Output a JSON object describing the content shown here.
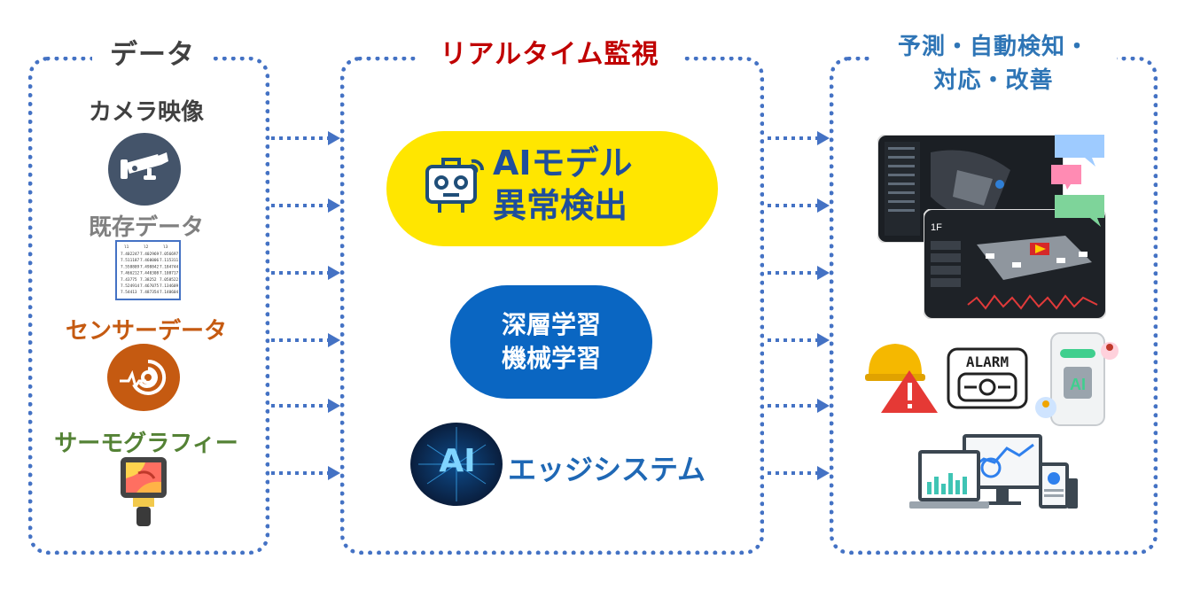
{
  "panels": {
    "left": {
      "title": "データ"
    },
    "middle": {
      "title": "リアルタイム監視"
    },
    "right": {
      "title_line1": "予測・自動検知・",
      "title_line2": "対応・改善"
    }
  },
  "sources": [
    {
      "label": "カメラ映像",
      "icon": "security-camera-icon"
    },
    {
      "label": "既存データ",
      "icon": "data-table-icon"
    },
    {
      "label": "センサーデータ",
      "icon": "sensor-icon"
    },
    {
      "label": "サーモグラフィー",
      "icon": "thermal-camera-icon"
    }
  ],
  "data_table": {
    "headers": [
      "l1",
      "l2",
      "l3"
    ],
    "rows": [
      [
        "7.402247",
        "7.402969",
        "7.056697"
      ],
      [
        "7.511187",
        "7.460006",
        "7.115311"
      ],
      [
        "7.558809",
        "7.498842",
        "7.184744"
      ],
      [
        "7.466212",
        "7.440308",
        "7.108717"
      ],
      [
        "7.43775",
        "7.38252",
        "7.058522"
      ],
      [
        "7.524914",
        "7.467075",
        "7.134609"
      ],
      [
        "7.54413",
        "7.487354",
        "7.140604"
      ]
    ]
  },
  "middle": {
    "ai_model_line1": "AIモデル",
    "ai_model_line2": "異常検出",
    "dl_line1": "深層学習",
    "dl_line2": "機械学習",
    "edge_label": "エッジシステム",
    "edge_icon_text": "AI"
  },
  "right": {
    "dashboard_floor": "1F",
    "alarm_text": "ALARM",
    "phone_ai_text": "AI"
  },
  "colors": {
    "dotted_border": "#4472c4",
    "ai_pill": "#ffe600",
    "dl_pill": "#0a66c2",
    "title_mid": "#c00000",
    "title_right": "#2e75b6"
  }
}
